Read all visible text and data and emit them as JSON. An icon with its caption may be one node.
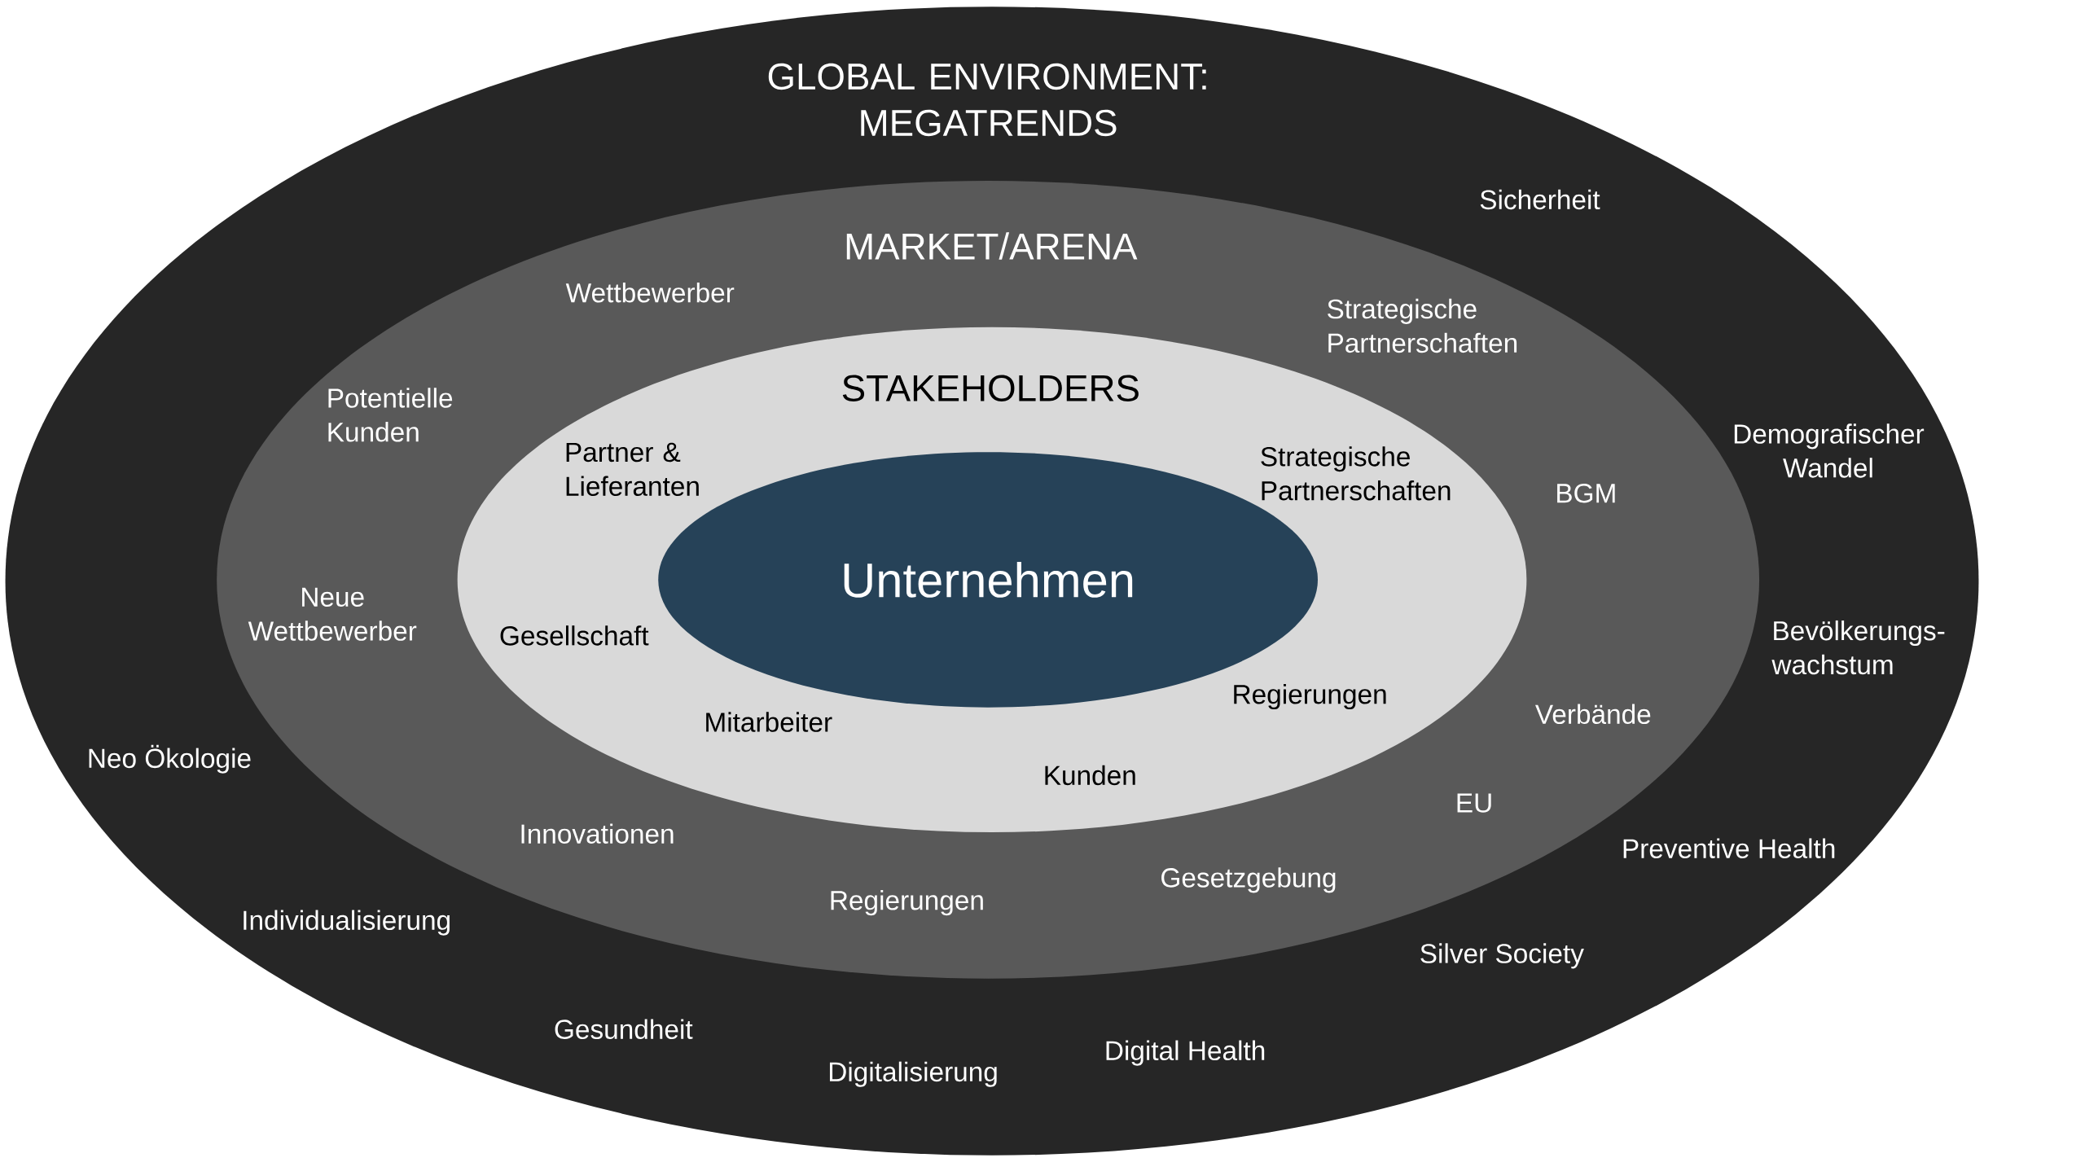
{
  "diagram": {
    "nodes": [
      {
        "text": [
          "GLOBAL ENVIRONMENT: MEGATRENDS",
          "Sicherheit",
          "Demografischer Wandel",
          "Bevölkerungs- wachstum",
          "Neo Ökologie",
          "Preventive Health",
          "Individualisierung",
          "Silver Society",
          "Gesundheit",
          "Digital Health",
          "Digitalisierung"
        ]
      },
      {
        "text": [
          "MARKET/ARENA",
          "Wettbewerber",
          "Strategische Partnerschaften",
          "Potentielle Kunden",
          "BGM",
          "Neue Wettbewerber",
          "Verbände",
          "EU",
          "Innovationen",
          "Gesetzgebung",
          "Regierungen"
        ],
        "in": 0
      },
      {
        "text": [
          "STAKEHOLDERS",
          "Partner & Lieferanten",
          "Strategische Partnerschaften",
          "Gesellschaft",
          "Regierungen",
          "Mitarbeiter",
          "Kunden"
        ],
        "in": 1
      },
      {
        "text": [
          "Unternehmen"
        ],
        "in": 2
      }
    ]
  }
}
